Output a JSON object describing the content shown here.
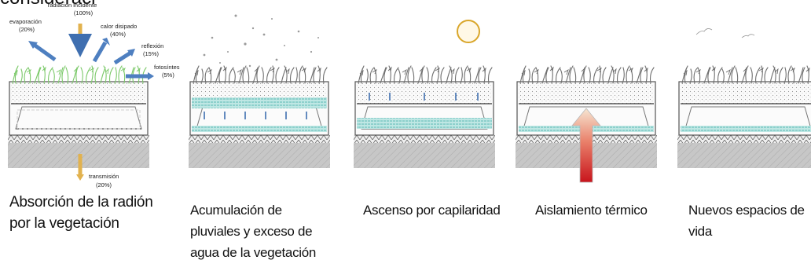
{
  "top_fragment": "consideraci",
  "panel1": {
    "labels": {
      "radiacion": "radiación incidente",
      "radiacion_pct": "(100%)",
      "evaporacion": "evaporación",
      "evaporacion_pct": "(20%)",
      "calor": "calor disipado",
      "calor_pct": "(40%)",
      "reflexion": "reflexión",
      "reflexion_pct": "(15%)",
      "fotosintes": "fotosíntes",
      "fotosintes_pct": "(5%)",
      "transmision": "transmisión",
      "transmision_pct": "(20%)"
    }
  },
  "captions": {
    "c1": "Absorción de la radión por la vegetación",
    "c2": "Acumulación de pluviales y exceso de agua de la vegetación",
    "c3": "Ascenso por capilaridad",
    "c4": "Aislamiento térmico",
    "c5": "Nuevos espacios de vida"
  },
  "colors": {
    "accent_green": "#7cc96a",
    "water_teal": "#5fc4c0",
    "arrow_blue": "#3f6fb0",
    "sun": "#d9a62a",
    "heat_red": "#c8141c"
  }
}
